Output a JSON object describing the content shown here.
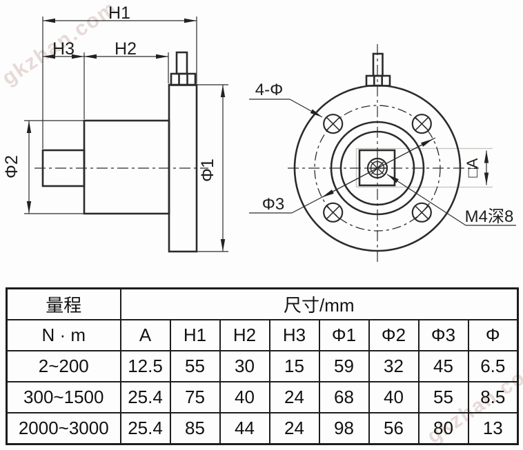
{
  "watermark": {
    "text": "gkzhan.com",
    "color": "#e6dad7"
  },
  "drawing": {
    "line_color": "#2b2b2b",
    "side_view": {
      "labels": {
        "h1": "H1",
        "h2": "H2",
        "h3": "H3",
        "phi1": "Φ1",
        "phi2": "Φ2"
      }
    },
    "front_view": {
      "labels": {
        "holes": "4-Φ",
        "bolt_circle": "Φ3",
        "thread": "M4深8",
        "square": "□A"
      }
    }
  },
  "table": {
    "range_header": "量程",
    "dims_header": "尺寸/mm",
    "unit": "N · m",
    "columns": [
      "A",
      "H1",
      "H2",
      "H3",
      "Φ1",
      "Φ2",
      "Φ3",
      "Φ"
    ],
    "rows": [
      {
        "range": "2~200",
        "values": [
          "12.5",
          "55",
          "30",
          "15",
          "59",
          "32",
          "45",
          "6.5"
        ]
      },
      {
        "range": "300~1500",
        "values": [
          "25.4",
          "75",
          "40",
          "24",
          "68",
          "40",
          "55",
          "8.5"
        ]
      },
      {
        "range": "2000~3000",
        "values": [
          "25.4",
          "85",
          "44",
          "24",
          "98",
          "56",
          "80",
          "13"
        ]
      }
    ]
  }
}
